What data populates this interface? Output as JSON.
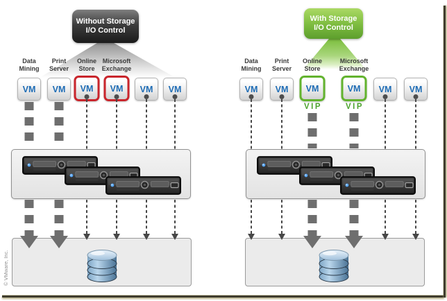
{
  "image_credit": "© VMware, Inc.",
  "colors": {
    "highlight_without": "#c9252c",
    "highlight_with": "#62b32e",
    "vm_text": "#1e6cb5",
    "vip_text": "#4da32f",
    "callout_without_bg": "#1b1b1b",
    "callout_with_bg": "#5d9e2d"
  },
  "panels": [
    {
      "name": "without-storage-io-control",
      "callout": {
        "line1": "Without Storage",
        "line2": "I/O Control"
      },
      "workloads": [
        {
          "line1": "Data",
          "line2": "Mining"
        },
        {
          "line1": "Print",
          "line2": "Server"
        },
        {
          "line1": "Online",
          "line2": "Store"
        },
        {
          "line1": "Microsoft",
          "line2": "Exchange"
        }
      ],
      "vms": [
        {
          "label": "VM",
          "highlighted": false,
          "io_flow": "heavy"
        },
        {
          "label": "VM",
          "highlighted": false,
          "io_flow": "heavy"
        },
        {
          "label": "VM",
          "highlighted": true,
          "io_flow": "light"
        },
        {
          "label": "VM",
          "highlighted": true,
          "io_flow": "light"
        },
        {
          "label": "VM",
          "highlighted": false,
          "io_flow": "light"
        },
        {
          "label": "VM",
          "highlighted": false,
          "io_flow": "light"
        }
      ]
    },
    {
      "name": "with-storage-io-control",
      "callout": {
        "line1": "With Storage",
        "line2": "I/O Control"
      },
      "workloads": [
        {
          "line1": "Data",
          "line2": "Mining"
        },
        {
          "line1": "Print",
          "line2": "Server"
        },
        {
          "line1": "Online",
          "line2": "Store"
        },
        {
          "line1": "Microsoft",
          "line2": "Exchange"
        }
      ],
      "vms": [
        {
          "label": "VM",
          "highlighted": false,
          "io_flow": "light"
        },
        {
          "label": "VM",
          "highlighted": false,
          "io_flow": "light"
        },
        {
          "label": "VM",
          "highlighted": true,
          "io_flow": "heavy",
          "badge": "VIP"
        },
        {
          "label": "VM",
          "highlighted": true,
          "io_flow": "heavy",
          "badge": "VIP"
        },
        {
          "label": "VM",
          "highlighted": false,
          "io_flow": "light"
        },
        {
          "label": "VM",
          "highlighted": false,
          "io_flow": "light"
        }
      ]
    }
  ]
}
